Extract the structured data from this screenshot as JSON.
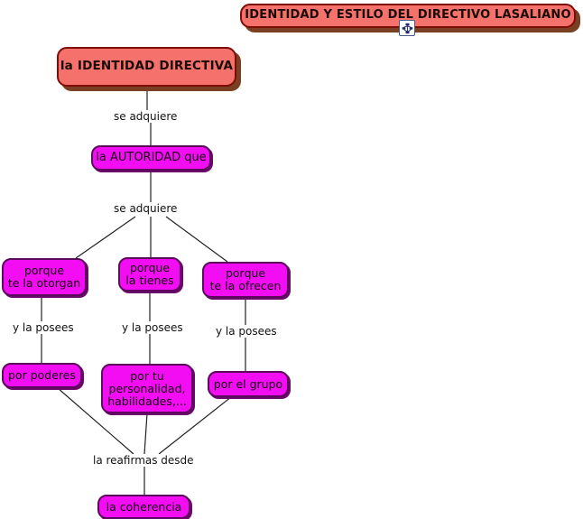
{
  "document": {
    "title": "IDENTIDAD Y ESTILO DEL DIRECTIVO LASALIANO",
    "background_color": "#ffffff"
  },
  "colors": {
    "root_fill": "#f4726b",
    "root_border": "#7e0d08",
    "root_shadow": "#7a4024",
    "concept_fill": "#f20df2",
    "concept_border": "#5b0a5b",
    "edge_color": "#222222",
    "text_color": "#111111"
  },
  "icons": {
    "concept_map_icon": "concept-map-icon"
  },
  "banner": {
    "label": "IDENTIDAD Y ESTILO DEL DIRECTIVO LASALIANO"
  },
  "nodes": [
    {
      "id": "identidad",
      "label": "la IDENTIDAD DIRECTIVA",
      "style": "root"
    },
    {
      "id": "autoridad",
      "label": "la AUTORIDAD que",
      "style": "concept"
    },
    {
      "id": "otorgan",
      "label": "porque\nte la otorgan",
      "style": "concept"
    },
    {
      "id": "tienes",
      "label": "porque\nla tienes",
      "style": "concept"
    },
    {
      "id": "ofrecen",
      "label": "porque\nte la ofrecen",
      "style": "concept"
    },
    {
      "id": "poderes",
      "label": "por poderes",
      "style": "concept"
    },
    {
      "id": "personalidad",
      "label": "por tu\npersonalidad,\nhabilidades,...",
      "style": "concept"
    },
    {
      "id": "grupo",
      "label": "por el grupo",
      "style": "concept"
    },
    {
      "id": "coherencia",
      "label": "la coherencia",
      "style": "concept"
    }
  ],
  "link_labels": [
    {
      "id": "se-adquiere-1",
      "label": "se adquiere",
      "from": "identidad",
      "to": "autoridad"
    },
    {
      "id": "se-adquiere-2",
      "label": "se adquiere",
      "from": "autoridad",
      "to": "otorgan/tienes/ofrecen"
    },
    {
      "id": "posees-1",
      "label": "y la posees",
      "from": "otorgan",
      "to": "poderes"
    },
    {
      "id": "posees-2",
      "label": "y la posees",
      "from": "tienes",
      "to": "personalidad"
    },
    {
      "id": "posees-3",
      "label": "y la posees",
      "from": "ofrecen",
      "to": "grupo"
    },
    {
      "id": "reafirmas",
      "label": "la reafirmas desde",
      "from": "poderes/personalidad/grupo",
      "to": "coherencia"
    }
  ]
}
